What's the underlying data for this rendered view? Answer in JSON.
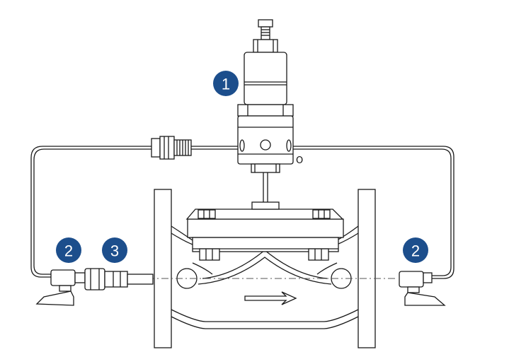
{
  "callouts": [
    {
      "label": "1",
      "part": "pilot"
    },
    {
      "label": "2",
      "part": "left-ball-valve"
    },
    {
      "label": "3",
      "part": "strainer"
    },
    {
      "label": "2",
      "part": "right-ball-valve"
    }
  ],
  "port_label": "O",
  "colors": {
    "callout_fill": "#1c4e8c",
    "line": "#1a1a1a",
    "background": "#ffffff"
  }
}
